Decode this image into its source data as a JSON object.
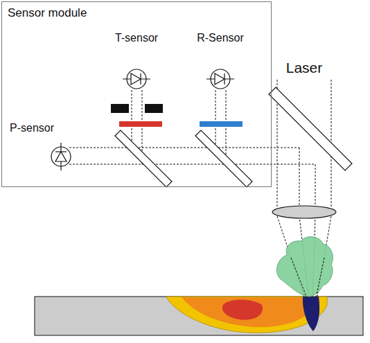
{
  "diagram": {
    "nodes": [
      {
        "text": [
          "Sensor module"
        ]
      }
    ],
    "labels": [
      "T-sensor",
      "R-Sensor",
      "P-sensor",
      "Laser"
    ]
  }
}
